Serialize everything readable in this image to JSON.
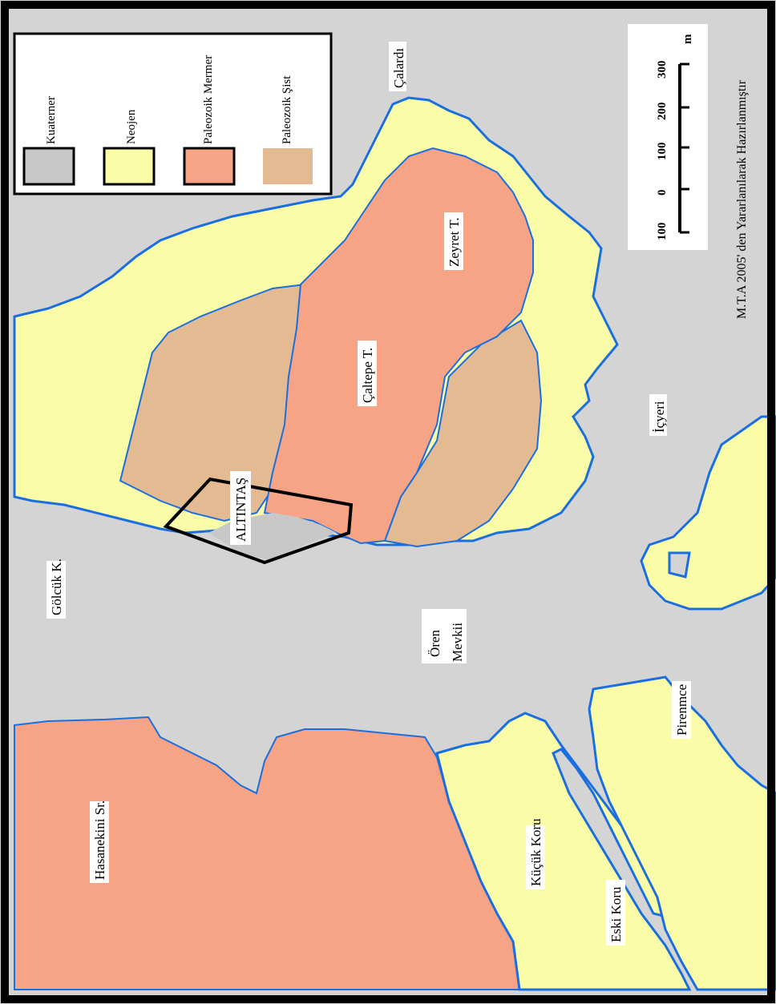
{
  "colors": {
    "background": "#d4d4d4",
    "kuaterner": "#c8c8c8",
    "neojen": "#fbfca8",
    "paleozoik_mermer": "#f7a386",
    "paleozoik_sist": "#e4ba93",
    "shoreline": "#1a6fe0",
    "frame": "#000000"
  },
  "legend": {
    "items": [
      {
        "label": "Kuaterner",
        "color": "#c8c8c8",
        "bordered": true
      },
      {
        "label": "Neojen",
        "color": "#fbfca8",
        "bordered": true
      },
      {
        "label": "Paleozoik Mermer",
        "color": "#f7a386",
        "bordered": true
      },
      {
        "label": "Paleozoik Şist",
        "color": "#e4ba93",
        "bordered": false
      }
    ]
  },
  "scale_bar": {
    "unit": "m",
    "ticks": [
      "100",
      "0",
      "100",
      "200",
      "300"
    ]
  },
  "credit": "M.T.A 2005' den Yararlanılarak Hazırlanmıştır",
  "place_labels": {
    "calardi": "Çalardı",
    "zeyret": "Zeyret T.",
    "caltepe": "Çaltepe T.",
    "altintas": "ALTINTAŞ",
    "golcuk": "Gölcük K.",
    "icyeri": "İçyeri",
    "oren": "Ören",
    "mevkii": "Mevkii",
    "hasanekini": "Hasanekini Sr.",
    "kucuk_koru": "Küçük Koru",
    "eski_koru": "Eski Koru",
    "pirenmce": "Pirenmce"
  }
}
